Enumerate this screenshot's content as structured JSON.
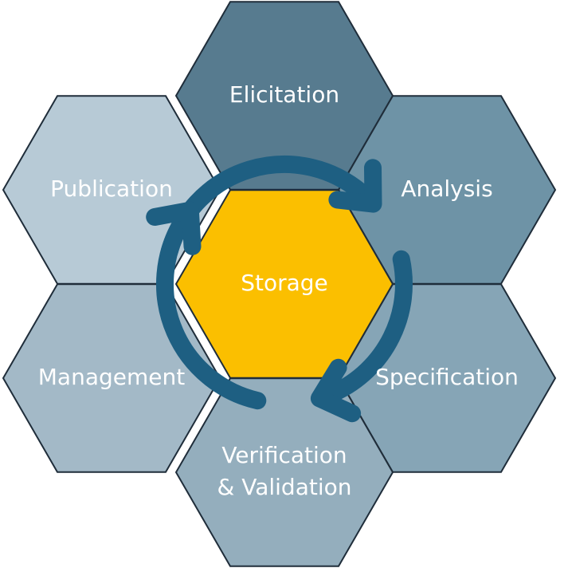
{
  "diagram": {
    "cells": [
      {
        "id": "elicitation",
        "lines": [
          "Elicitation"
        ],
        "fill": "#577b8f"
      },
      {
        "id": "analysis",
        "lines": [
          "Analysis"
        ],
        "fill": "#6e93a6"
      },
      {
        "id": "publication",
        "lines": [
          "Publication"
        ],
        "fill": "#b7cad6"
      },
      {
        "id": "storage",
        "lines": [
          "Storage"
        ],
        "fill": "#fbbf00"
      },
      {
        "id": "management",
        "lines": [
          "Management"
        ],
        "fill": "#a3b9c7"
      },
      {
        "id": "specification",
        "lines": [
          "Specification"
        ],
        "fill": "#86a5b6"
      },
      {
        "id": "verification",
        "lines": [
          "Verification",
          "& Validation"
        ],
        "fill": "#94aebd"
      }
    ],
    "cycle_color": "#1e5f82"
  }
}
